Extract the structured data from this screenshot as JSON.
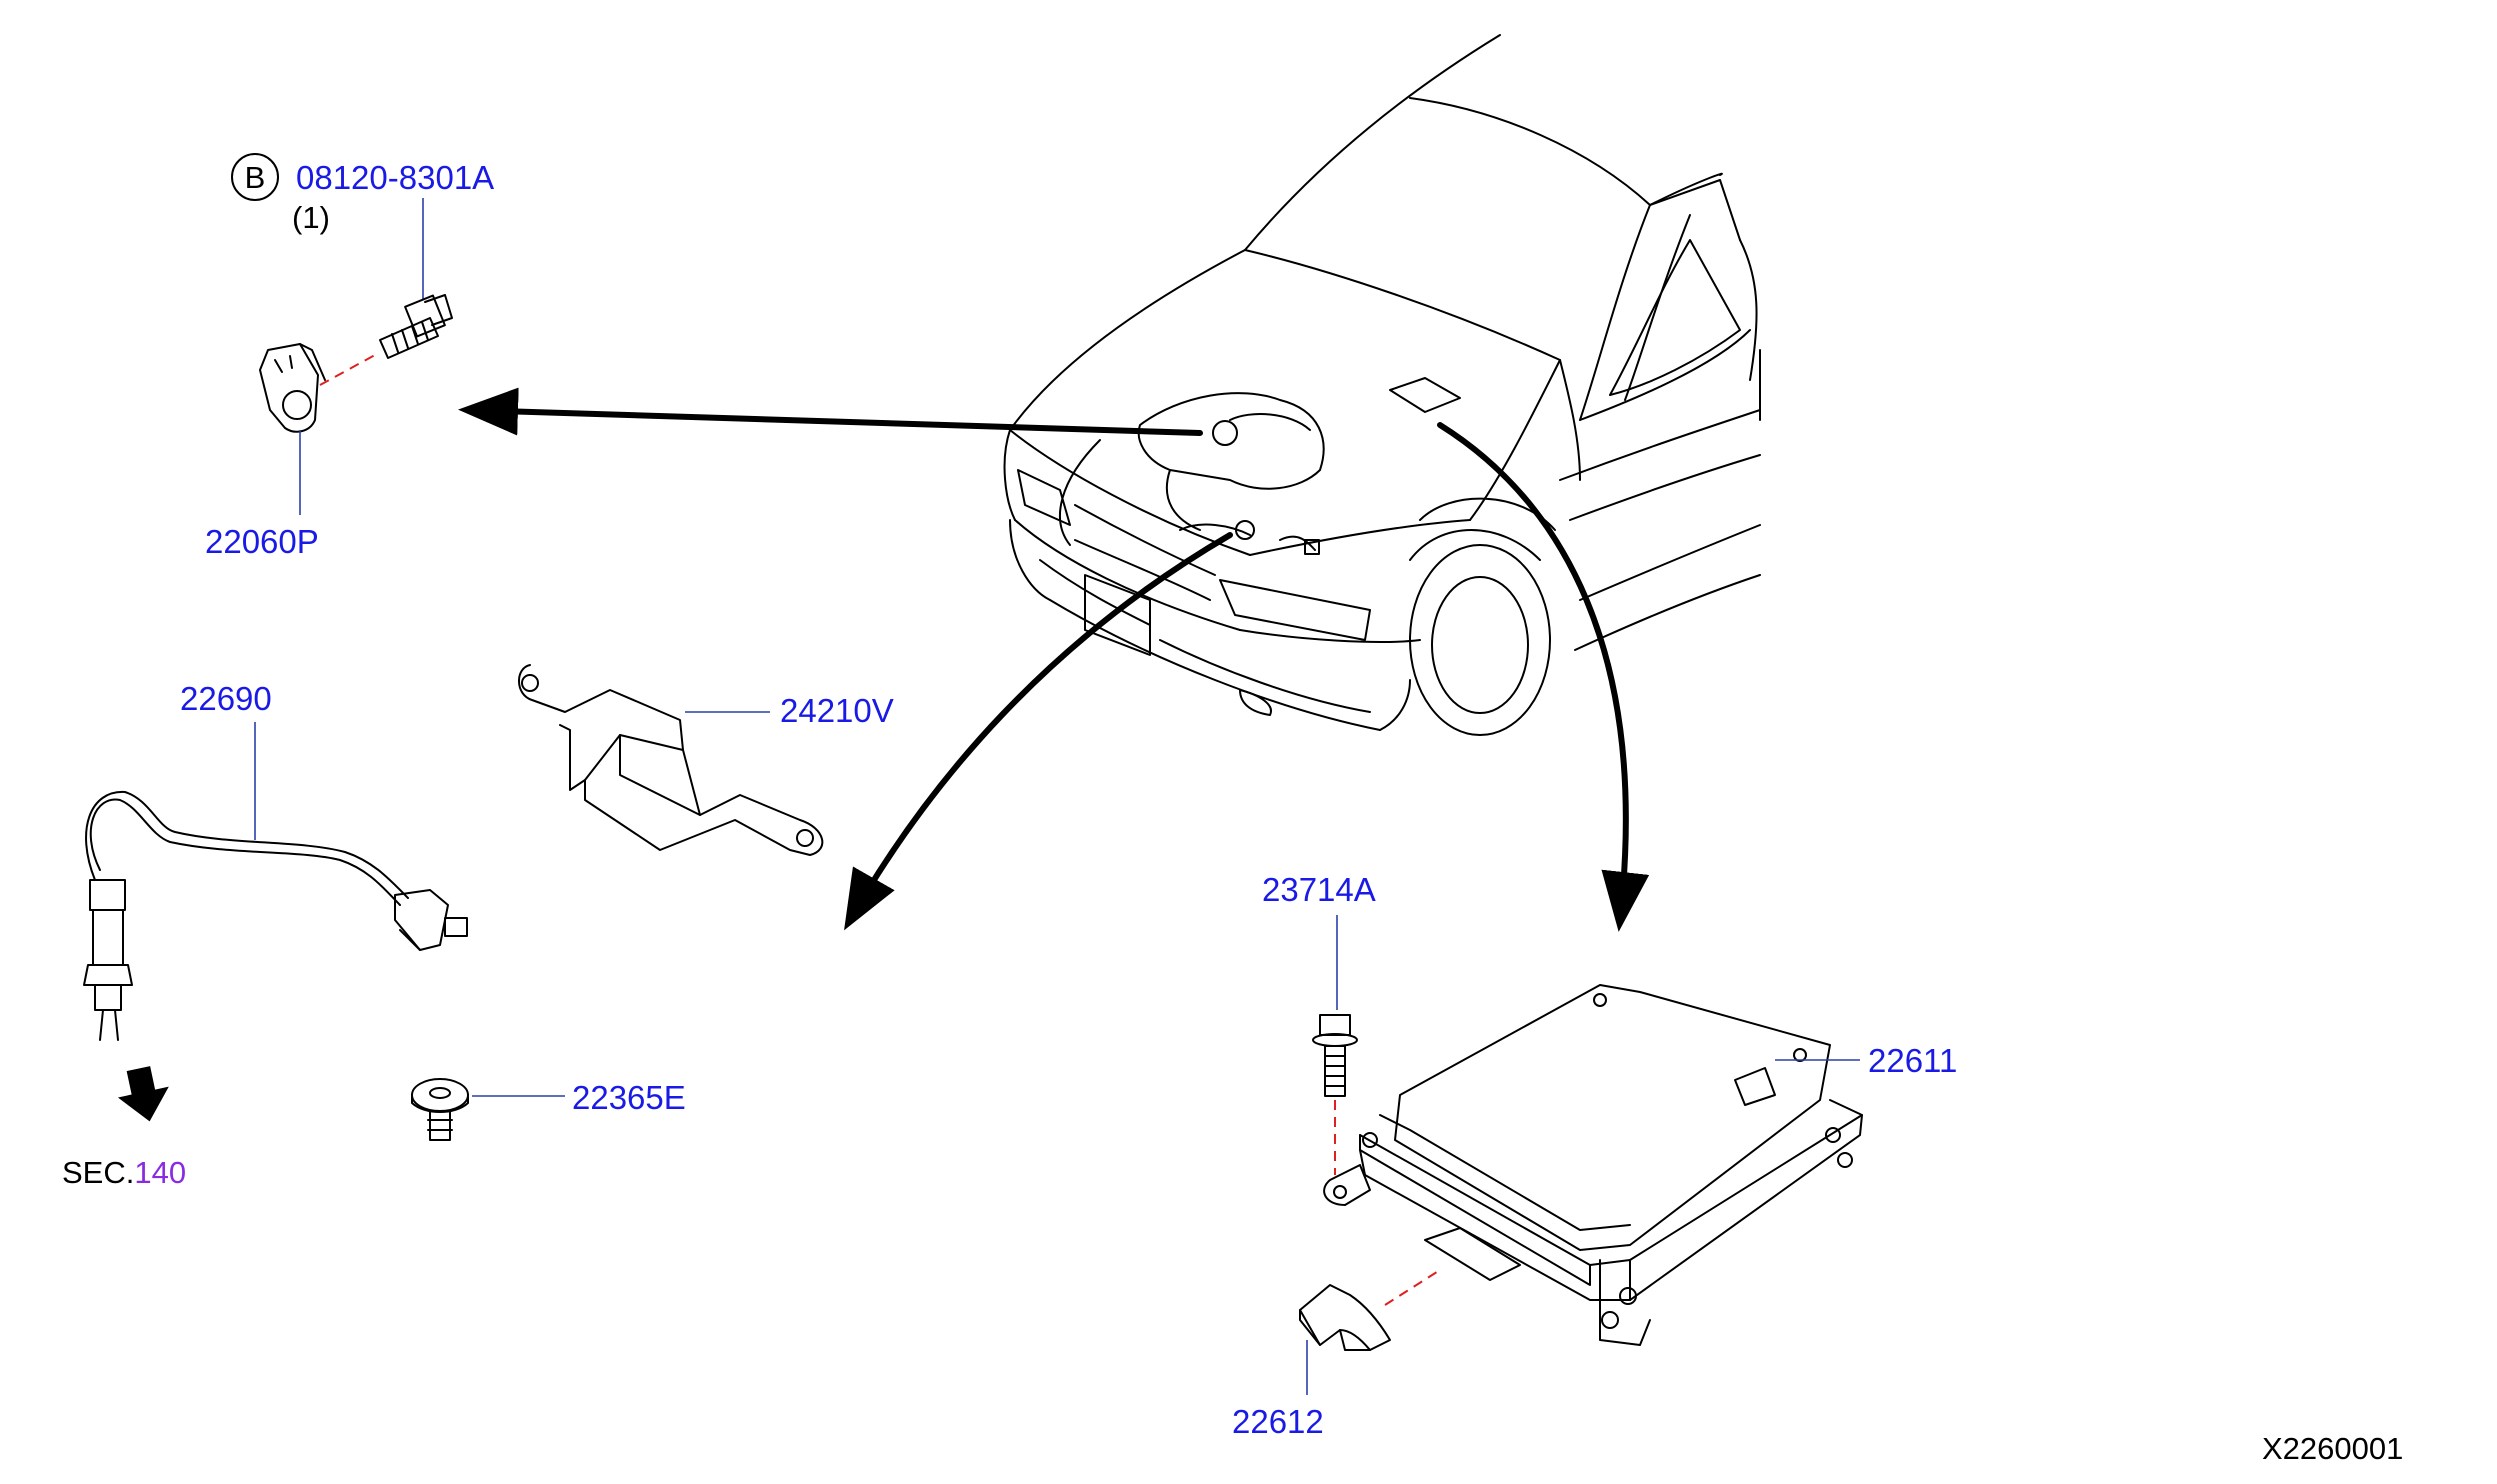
{
  "parts": {
    "bolt_b": {
      "circle_letter": "B",
      "number": "08120-8301A",
      "qty": "(1)"
    },
    "knock_sensor": "22060P",
    "o2_sensor": "22690",
    "bracket": "24210V",
    "clip": "22365E",
    "bolt": "23714A",
    "ecm": "22611",
    "ecm_bracket": "22612"
  },
  "section_ref": {
    "prefix": "SEC.",
    "number": "140"
  },
  "diagram_code": "X2260001",
  "colors": {
    "part_label": "#1a1ae6",
    "section_number": "#8a2be2",
    "leader_line": "#2b3fa8",
    "dashed_line": "#e02020"
  }
}
